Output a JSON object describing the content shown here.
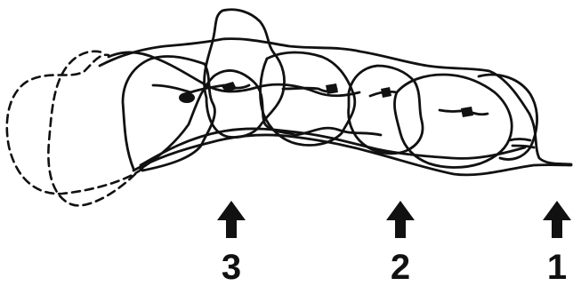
{
  "diagram": {
    "markers": [
      {
        "label": "3"
      },
      {
        "label": "2"
      },
      {
        "label": "1"
      }
    ],
    "colors": {
      "ink": "#111111",
      "background": "#ffffff"
    }
  }
}
